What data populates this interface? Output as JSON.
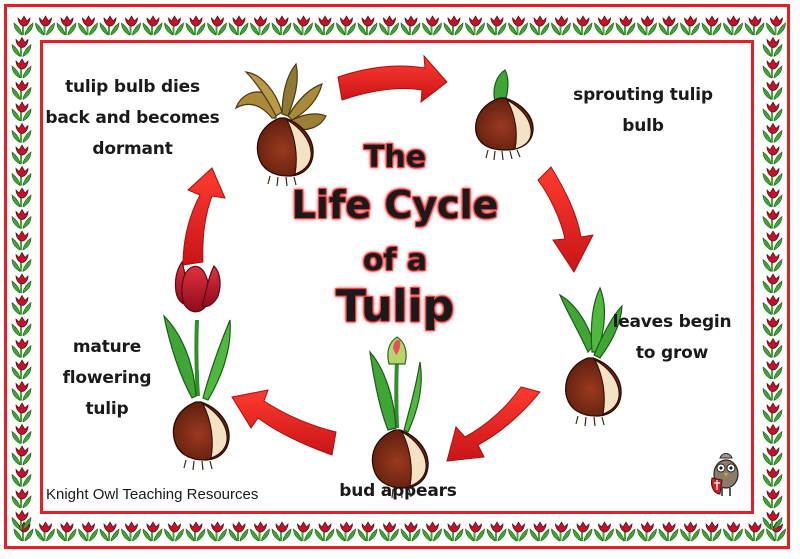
{
  "title": {
    "line1": "The",
    "line2": "Life Cycle",
    "line3": "of a",
    "line4": "Tulip"
  },
  "stages": [
    {
      "label": "sprouting tulip bulb",
      "lines": [
        "sprouting tulip",
        "bulb"
      ]
    },
    {
      "label": "leaves begin to grow",
      "lines": [
        "leaves begin",
        "to grow"
      ]
    },
    {
      "label": "bud appears",
      "lines": [
        "bud appears"
      ]
    },
    {
      "label": "mature flowering tulip",
      "lines": [
        "mature",
        "flowering",
        "tulip"
      ]
    },
    {
      "label": "tulip bulb dies back and becomes dormant",
      "lines": [
        "tulip bulb dies",
        "back and becomes",
        "dormant"
      ]
    }
  ],
  "credit": "Knight Owl Teaching Resources",
  "colors": {
    "frame": "#e41f25",
    "arrow": "#e8262b",
    "title_glow": "#e8383c",
    "leaf": "#3fa535",
    "petal": "#c4122a",
    "bulb": "#7a2a16",
    "bulb_light": "#f3e2c4"
  },
  "icons": [
    "tulip-border-icon",
    "cycle-arrow-icon",
    "knight-owl-logo-icon"
  ]
}
